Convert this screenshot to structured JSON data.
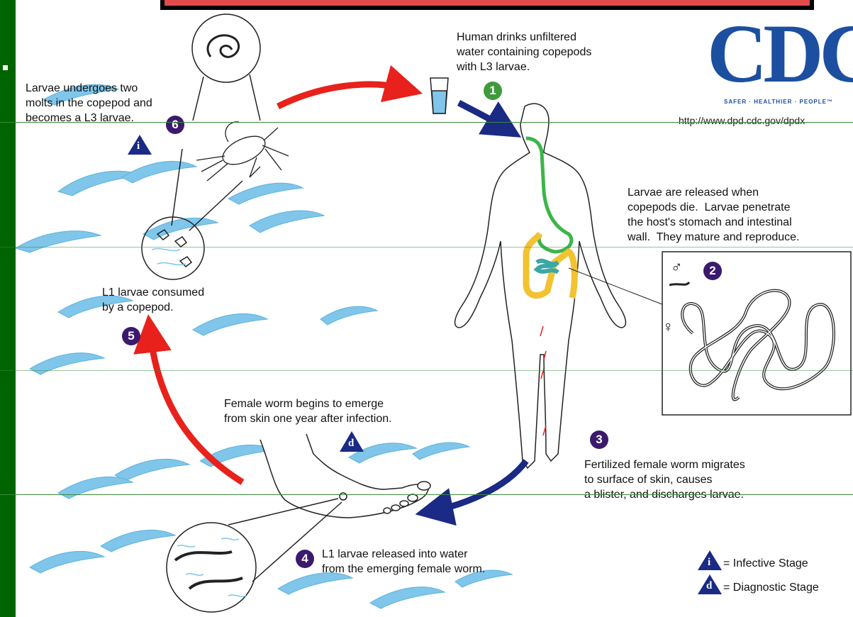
{
  "cdc": {
    "logo": "CDC",
    "tagline": "SAFER · HEALTHIER · PEOPLE™",
    "url": "http://www.dpd.cdc.gov/dpdx"
  },
  "steps": {
    "s1": {
      "number": "1",
      "text": "Human drinks unfiltered\nwater containing copepods\nwith L3 larvae."
    },
    "s2": {
      "number": "2",
      "text": "Larvae are released when\ncopepods die.  Larvae penetrate\nthe host's stomach and intestinal\nwall.  They mature and reproduce."
    },
    "s3": {
      "number": "3",
      "text": "Fertilized female worm migrates\nto surface of skin, causes\na blister, and discharges larvae."
    },
    "s4": {
      "number": "4",
      "text": "L1 larvae released into water\nfrom the emerging female worm."
    },
    "s5": {
      "number": "5",
      "text": "L1 larvae consumed\nby a copepod."
    },
    "s6": {
      "number": "6",
      "text": "Larvae undergoes two\nmolts in the copepod and\nbecomes a L3 larvae."
    },
    "emerge": {
      "text": "Female worm begins to emerge\nfrom skin one year after infection."
    }
  },
  "sex_symbols": {
    "male": "♂",
    "female": "♀"
  },
  "legend": {
    "infective_letter": "i",
    "infective_label": "= Infective Stage",
    "diagnostic_letter": "d",
    "diagnostic_label": "= Diagnostic Stage"
  },
  "colors": {
    "background": "#006400",
    "panel": "#ffffff",
    "red_arrow": "#e8211c",
    "blue_arrow": "#1a2a85",
    "water": "#7fc6ea",
    "badge": "#3b1a6e",
    "badge_green": "#3e9a3a",
    "cdc_blue": "#1c4fa0"
  }
}
